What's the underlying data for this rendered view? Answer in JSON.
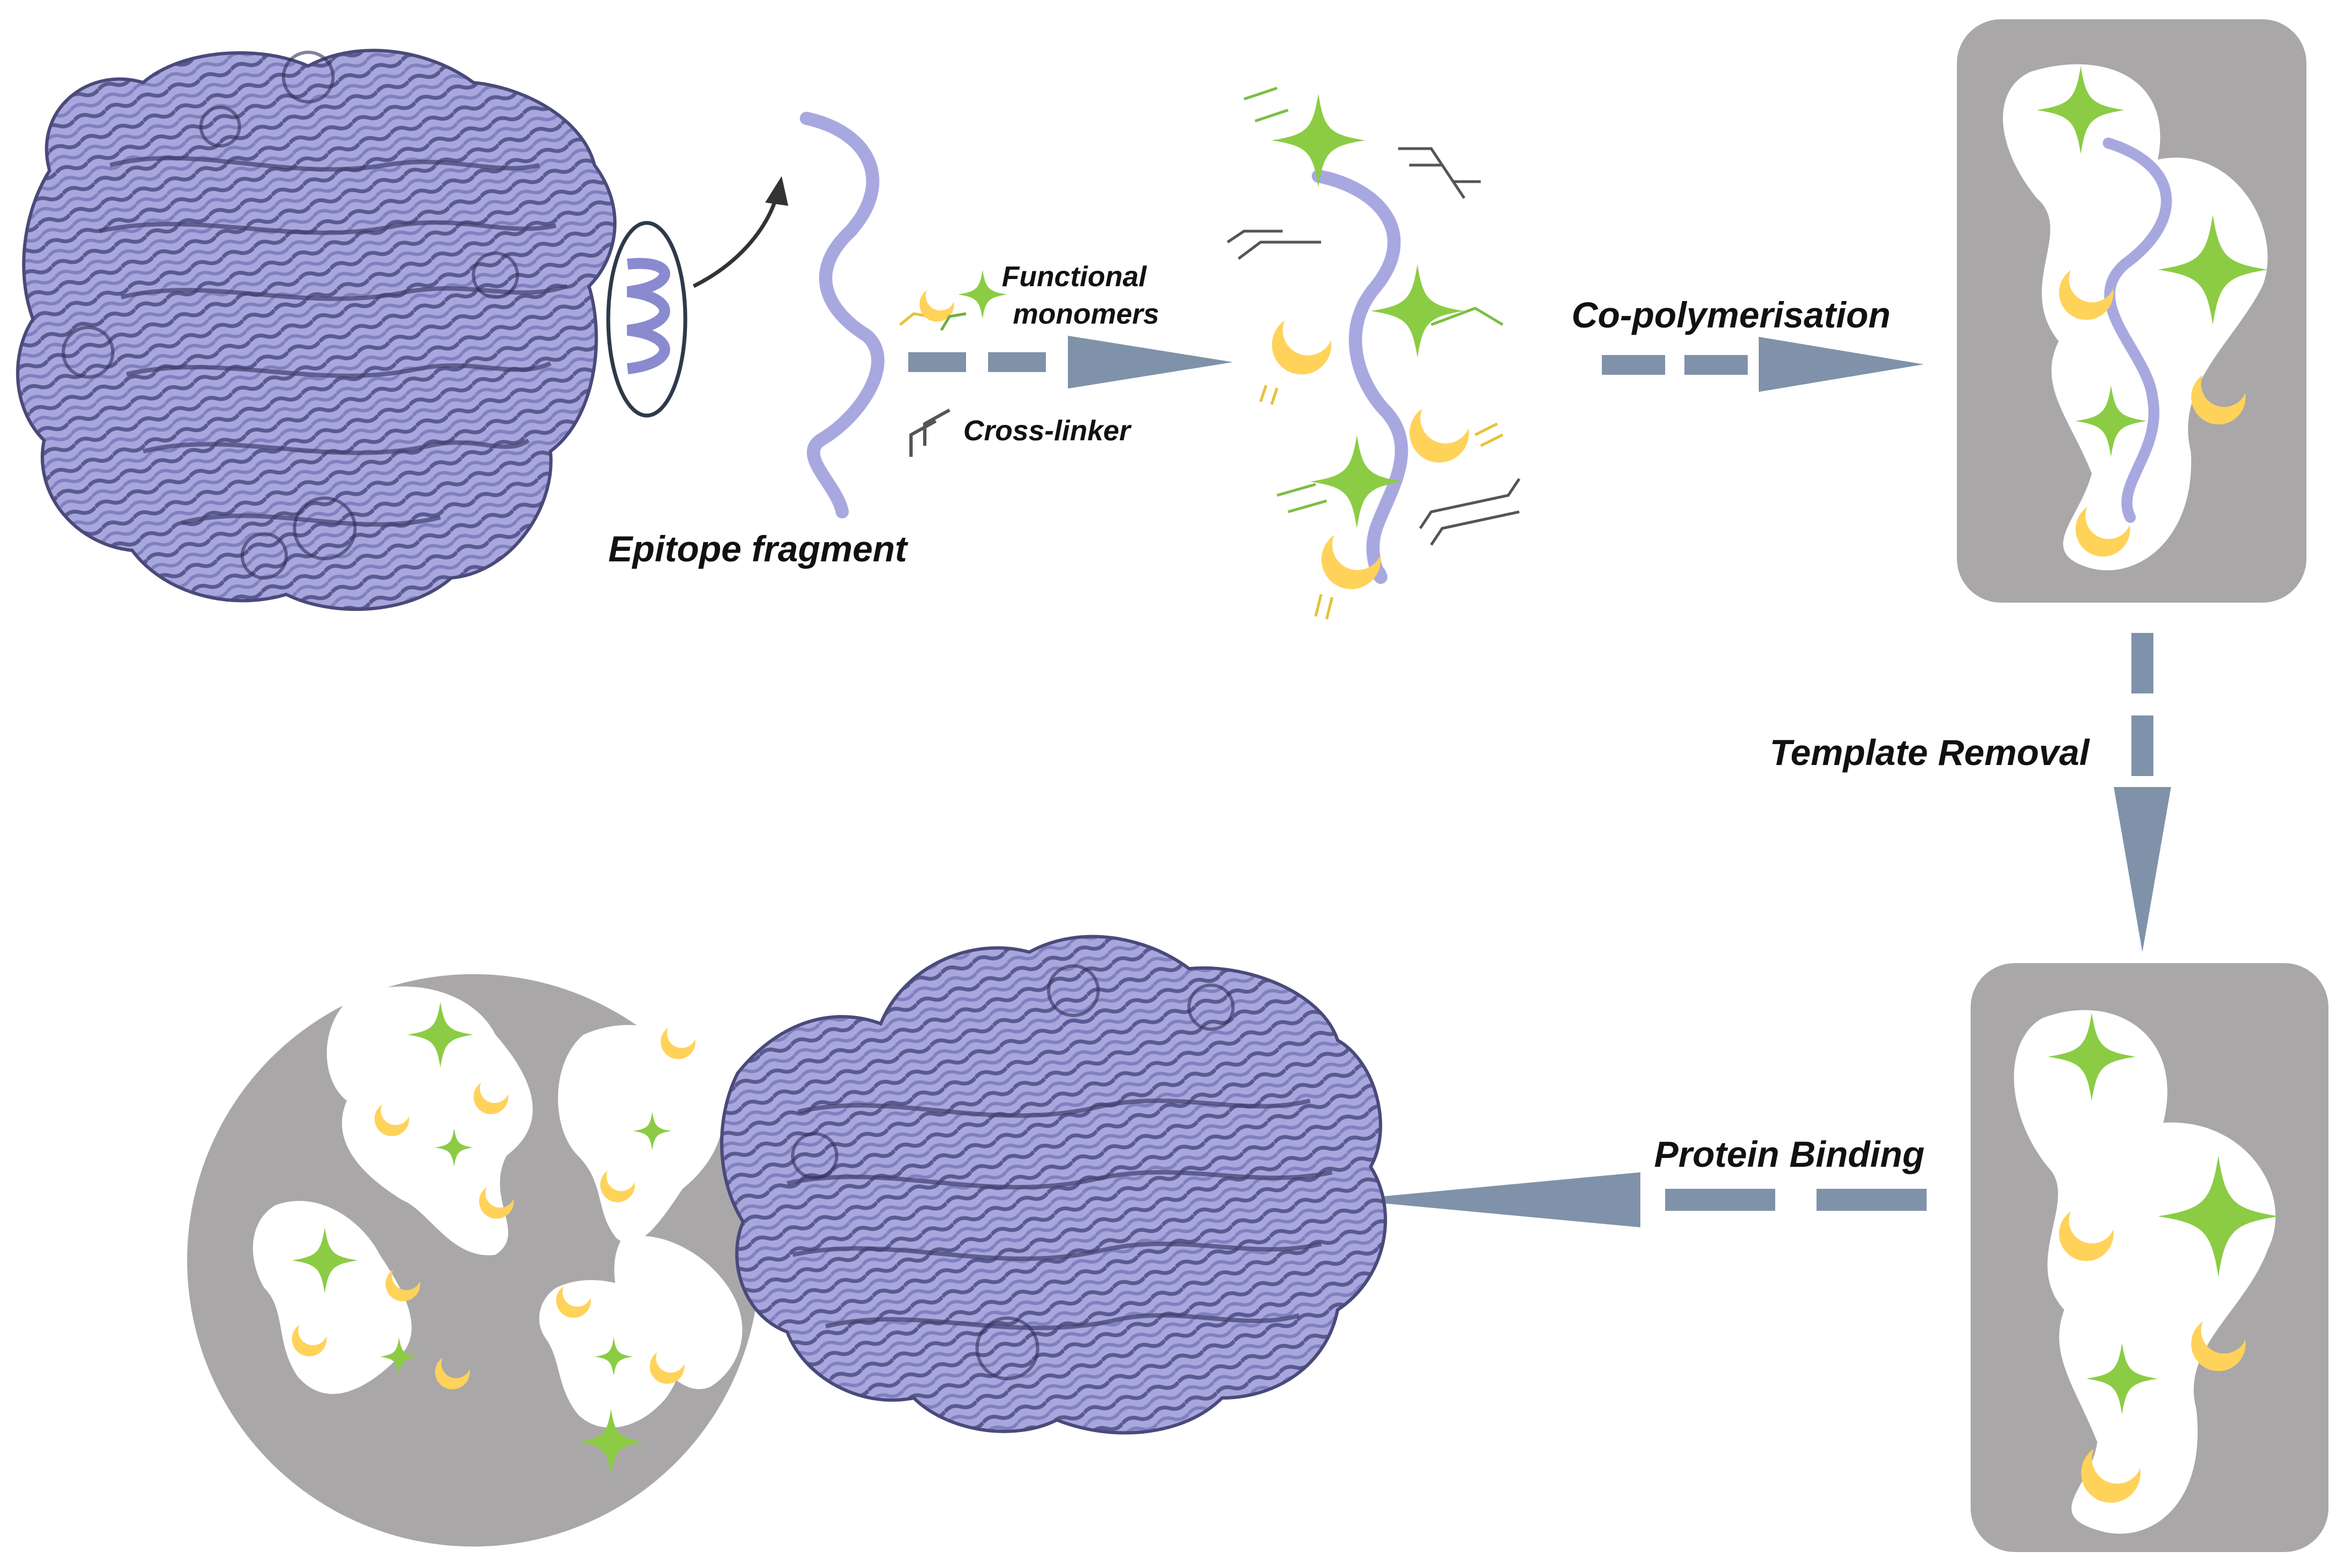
{
  "labels": {
    "epitope": "Epitope fragment",
    "functional_line1": "Functional",
    "functional_line2": "monomers",
    "crosslinker": "Cross-linker",
    "copolymerisation": "Co-polymerisation",
    "template_removal": "Template Removal",
    "protein_binding": "Protein Binding"
  },
  "colors": {
    "protein": "#9999d6",
    "protein_dark": "#4a4a7a",
    "template_strand": "#a8a8e0",
    "arrow": "#7f92aa",
    "polymer_matrix": "#a9a7a8",
    "functional_star": "#8bcc44",
    "functional_crescent": "#ffd25a",
    "crosslinker": "#555555",
    "background": "#ffffff"
  },
  "icons": [
    "protein-structure-icon",
    "curved-arrow-icon",
    "green-star-monomer-icon",
    "yellow-crescent-monomer-icon",
    "crosslinker-icon"
  ]
}
